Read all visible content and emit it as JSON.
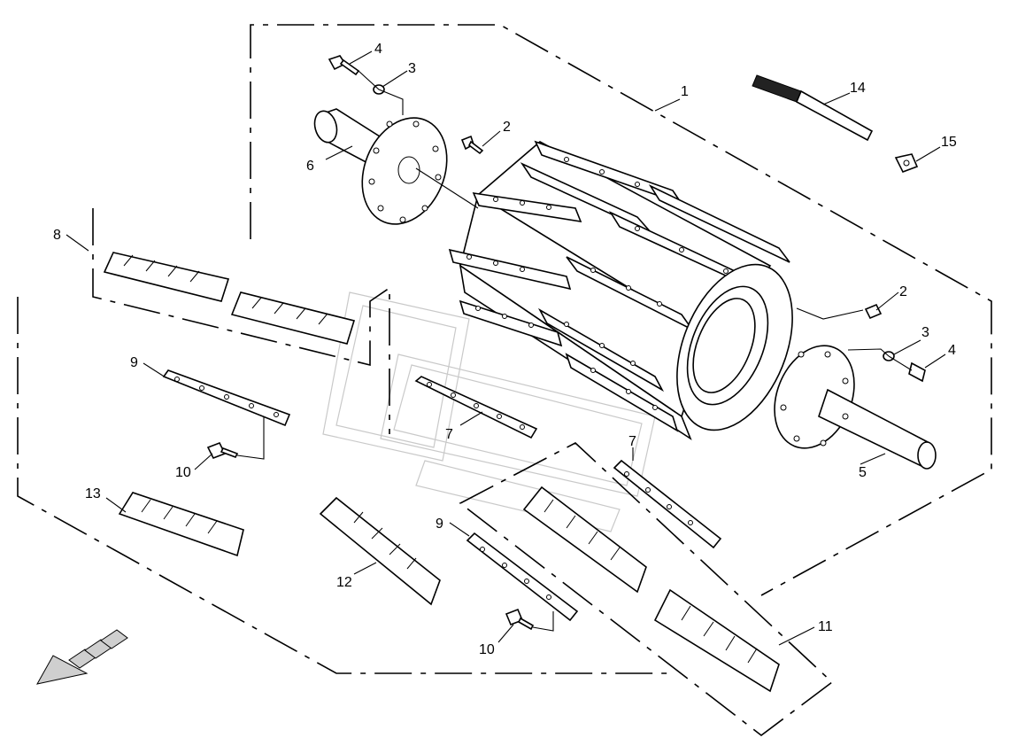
{
  "diagram": {
    "callouts": [
      {
        "id": "c1",
        "label": "1"
      },
      {
        "id": "c2a",
        "label": "2"
      },
      {
        "id": "c2b",
        "label": "2"
      },
      {
        "id": "c3a",
        "label": "3"
      },
      {
        "id": "c3b",
        "label": "3"
      },
      {
        "id": "c4a",
        "label": "4"
      },
      {
        "id": "c4b",
        "label": "4"
      },
      {
        "id": "c5",
        "label": "5"
      },
      {
        "id": "c6",
        "label": "6"
      },
      {
        "id": "c7a",
        "label": "7"
      },
      {
        "id": "c7b",
        "label": "7"
      },
      {
        "id": "c8",
        "label": "8"
      },
      {
        "id": "c9a",
        "label": "9"
      },
      {
        "id": "c9b",
        "label": "9"
      },
      {
        "id": "c10a",
        "label": "10"
      },
      {
        "id": "c10b",
        "label": "10"
      },
      {
        "id": "c11",
        "label": "11"
      },
      {
        "id": "c12",
        "label": "12"
      },
      {
        "id": "c13",
        "label": "13"
      },
      {
        "id": "c14",
        "label": "14"
      },
      {
        "id": "c15",
        "label": "15"
      }
    ],
    "icons": {
      "direction_arrow": "direction-arrow-icon"
    },
    "colors": {
      "line": "#000000",
      "watermark": "#c9c9c9",
      "background": "#ffffff"
    }
  }
}
